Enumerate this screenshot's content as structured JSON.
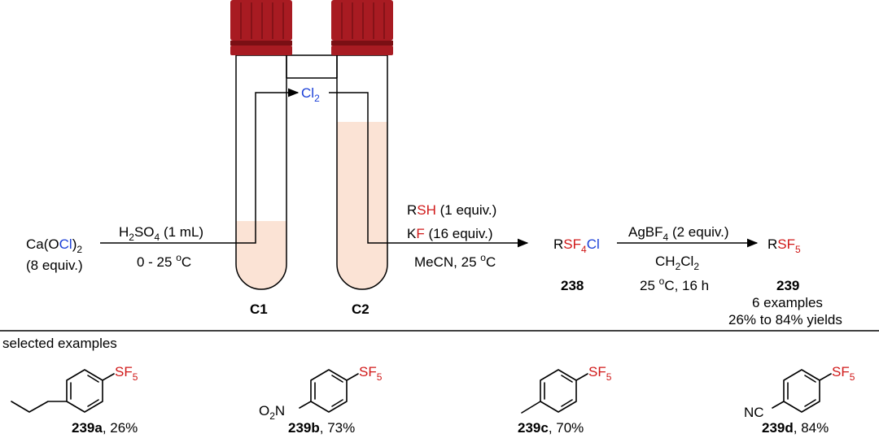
{
  "colors": {
    "cap": "#a81b22",
    "cap_dark": "#7a0f14",
    "liquid": "#fbe3d5",
    "heteroatom_red": "#d01818",
    "chlorine_blue": "#1a3fd8"
  },
  "start": {
    "pre": "Ca(O",
    "cl": "Cl",
    "post": ")",
    "sub": "2",
    "equiv": "(8 equiv.)"
  },
  "step1": {
    "reagent_pre": "H",
    "reagent_sub1": "2",
    "reagent_mid": "SO",
    "reagent_sub2": "4",
    "reagent_post": " (1 mL)",
    "cond_pre": "0 - 25 ",
    "cond_sup": "o",
    "cond_post": "C"
  },
  "gas": {
    "main": "Cl",
    "sub": "2"
  },
  "tubes": {
    "c1": "C1",
    "c2": "C2"
  },
  "step2": {
    "r1_pre": "R",
    "r1_red": "SH",
    "r1_post": "  (1 equiv.)",
    "r2_pre": "K",
    "r2_red": "F",
    "r2_post": " (16 equiv.)",
    "cond_pre": "MeCN, 25 ",
    "cond_sup": "o",
    "cond_post": "C"
  },
  "intermediate": {
    "r": "R",
    "sf": "SF",
    "sub": "4",
    "cl": "Cl",
    "label": "238"
  },
  "step3": {
    "reagent_pre": "AgBF",
    "reagent_sub": "4",
    "reagent_post": " (2 equiv.)",
    "solvent_pre": "CH",
    "solvent_sub1": "2",
    "solvent_mid": "Cl",
    "solvent_sub2": "2",
    "cond_pre": "25 ",
    "cond_sup": "o",
    "cond_post": "C, 16 h"
  },
  "product": {
    "r": "R",
    "sf": "SF",
    "sub": "5",
    "label": "239",
    "examples": "6 examples",
    "yields": "26% to 84% yields"
  },
  "selected": {
    "heading": "selected examples",
    "sf": "SF",
    "sf_sub": "5",
    "items": [
      {
        "label": "239a",
        "yield": ", 26%",
        "substituent": ""
      },
      {
        "label": "239b",
        "yield": ", 73%",
        "sub_pre": "O",
        "sub_sub": "2",
        "sub_post": "N"
      },
      {
        "label": "239c",
        "yield": ", 70%",
        "substituent": ""
      },
      {
        "label": "239d",
        "yield": ", 84%",
        "substituent": "NC"
      }
    ]
  }
}
